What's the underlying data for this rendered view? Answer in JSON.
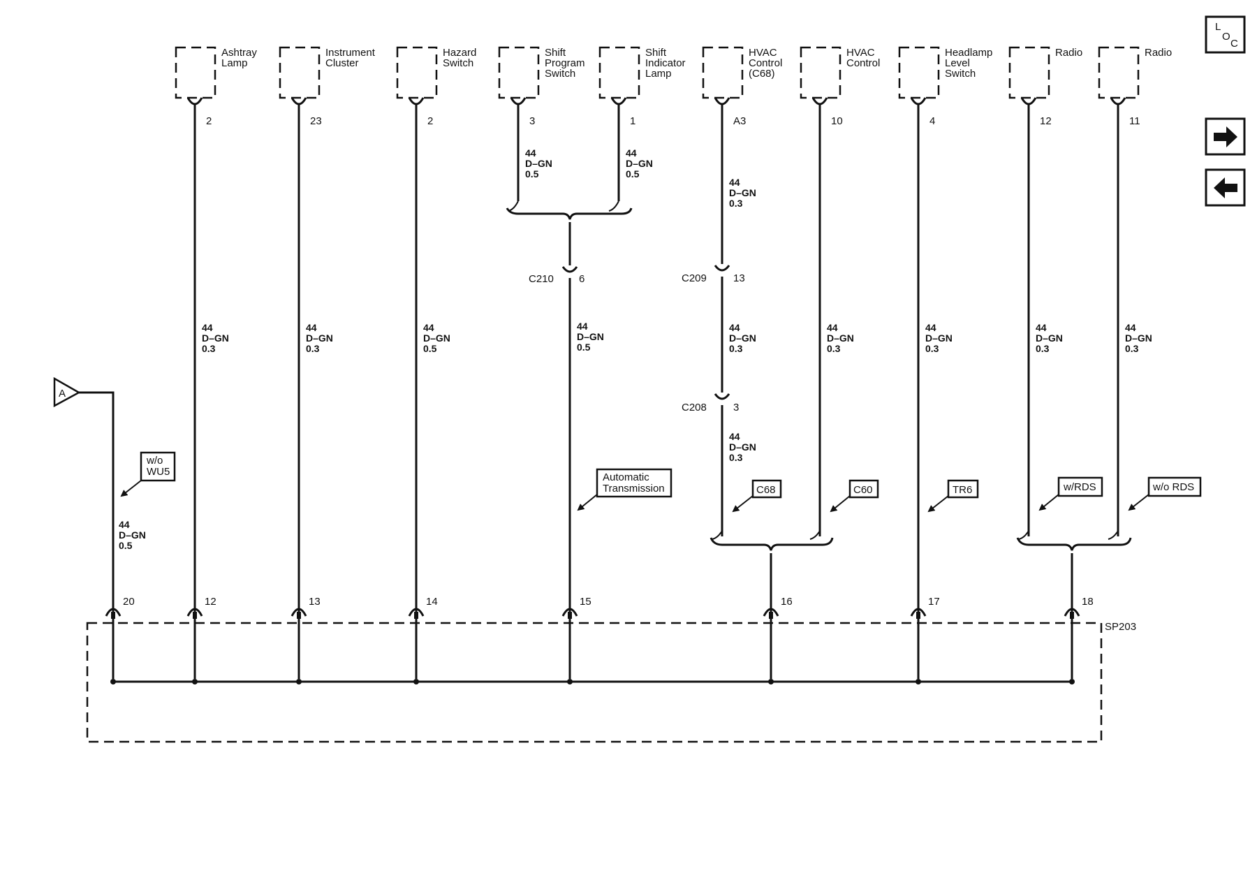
{
  "nav": {
    "loc_button": [
      "L",
      "O",
      "C"
    ],
    "next_icon": "arrow-right-icon",
    "prev_icon": "arrow-left-icon"
  },
  "components": [
    {
      "name": [
        "Ashtray",
        "Lamp"
      ],
      "pin": "2"
    },
    {
      "name": [
        "Instrument",
        "Cluster"
      ],
      "pin": "23"
    },
    {
      "name": [
        "Hazard",
        "Switch"
      ],
      "pin": "2"
    },
    {
      "name": [
        "Shift",
        "Program",
        "Switch"
      ],
      "pin": "3"
    },
    {
      "name": [
        "Shift",
        "Indicator",
        "Lamp"
      ],
      "pin": "1"
    },
    {
      "name": [
        "HVAC",
        "Control",
        "(C68)"
      ],
      "pin": "A3"
    },
    {
      "name": [
        "HVAC",
        "Control"
      ],
      "pin": "10"
    },
    {
      "name": [
        "Headlamp",
        "Level",
        "Switch"
      ],
      "pin": "4"
    },
    {
      "name": [
        "Radio"
      ],
      "pin": "12"
    },
    {
      "name": [
        "Radio"
      ],
      "pin": "11"
    }
  ],
  "wires": {
    "d_gn_05": [
      "44",
      "D–GN",
      "0.5"
    ],
    "d_gn_03": [
      "44",
      "D–GN",
      "0.3"
    ]
  },
  "connectors": {
    "c210": {
      "name": "C210",
      "pin": "6"
    },
    "c209": {
      "name": "C209",
      "pin": "13"
    },
    "c208": {
      "name": "C208",
      "pin": "3"
    }
  },
  "offpage": {
    "label": "A"
  },
  "options": {
    "wo_wu5": [
      "w/o",
      "WU5"
    ],
    "automatic_transmission": [
      "Automatic",
      "Transmission"
    ],
    "c68": "C68",
    "c60": "C60",
    "tr6": "TR6",
    "w_rds": "w/RDS",
    "wo_rds": "w/o RDS"
  },
  "splice": {
    "name": "SP203",
    "pins": [
      "20",
      "12",
      "13",
      "14",
      "15",
      "16",
      "17",
      "18"
    ]
  }
}
